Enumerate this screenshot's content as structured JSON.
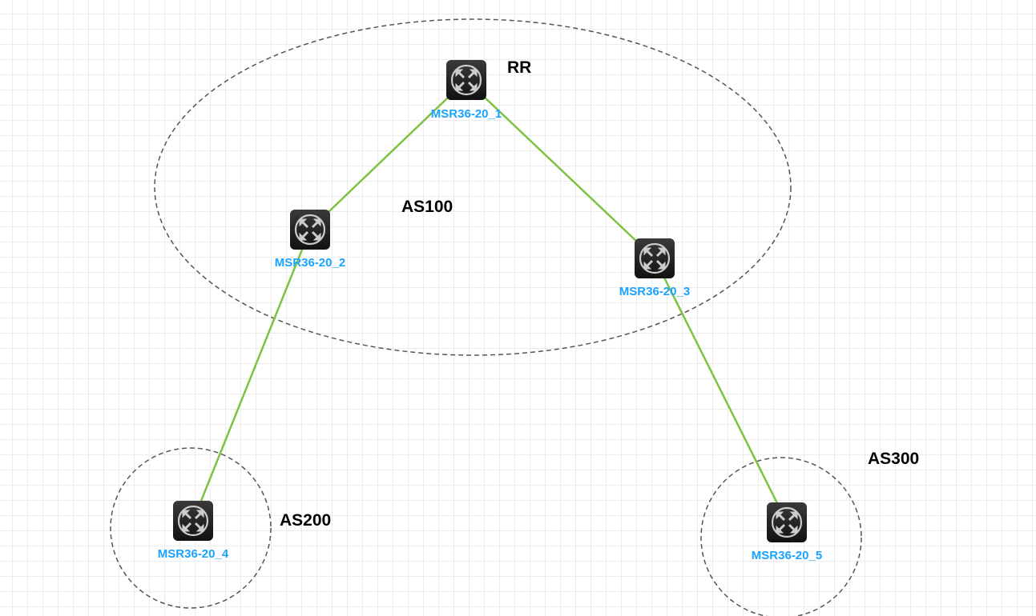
{
  "diagram": {
    "areas": [
      {
        "id": "as100",
        "label": "AS100"
      },
      {
        "id": "as200",
        "label": "AS200"
      },
      {
        "id": "as300",
        "label": "AS300"
      }
    ],
    "role_label": "RR",
    "nodes": [
      {
        "id": "r1",
        "label": "MSR36-20_1",
        "icon": "router-icon"
      },
      {
        "id": "r2",
        "label": "MSR36-20_2",
        "icon": "router-icon"
      },
      {
        "id": "r3",
        "label": "MSR36-20_3",
        "icon": "router-icon"
      },
      {
        "id": "r4",
        "label": "MSR36-20_4",
        "icon": "router-icon"
      },
      {
        "id": "r5",
        "label": "MSR36-20_5",
        "icon": "router-icon"
      }
    ],
    "links": [
      [
        "r1",
        "r2"
      ],
      [
        "r1",
        "r3"
      ],
      [
        "r2",
        "r4"
      ],
      [
        "r3",
        "r5"
      ]
    ],
    "colors": {
      "link": "#7dc242",
      "label": "#1aa3ff",
      "boundary": "#555555"
    }
  }
}
